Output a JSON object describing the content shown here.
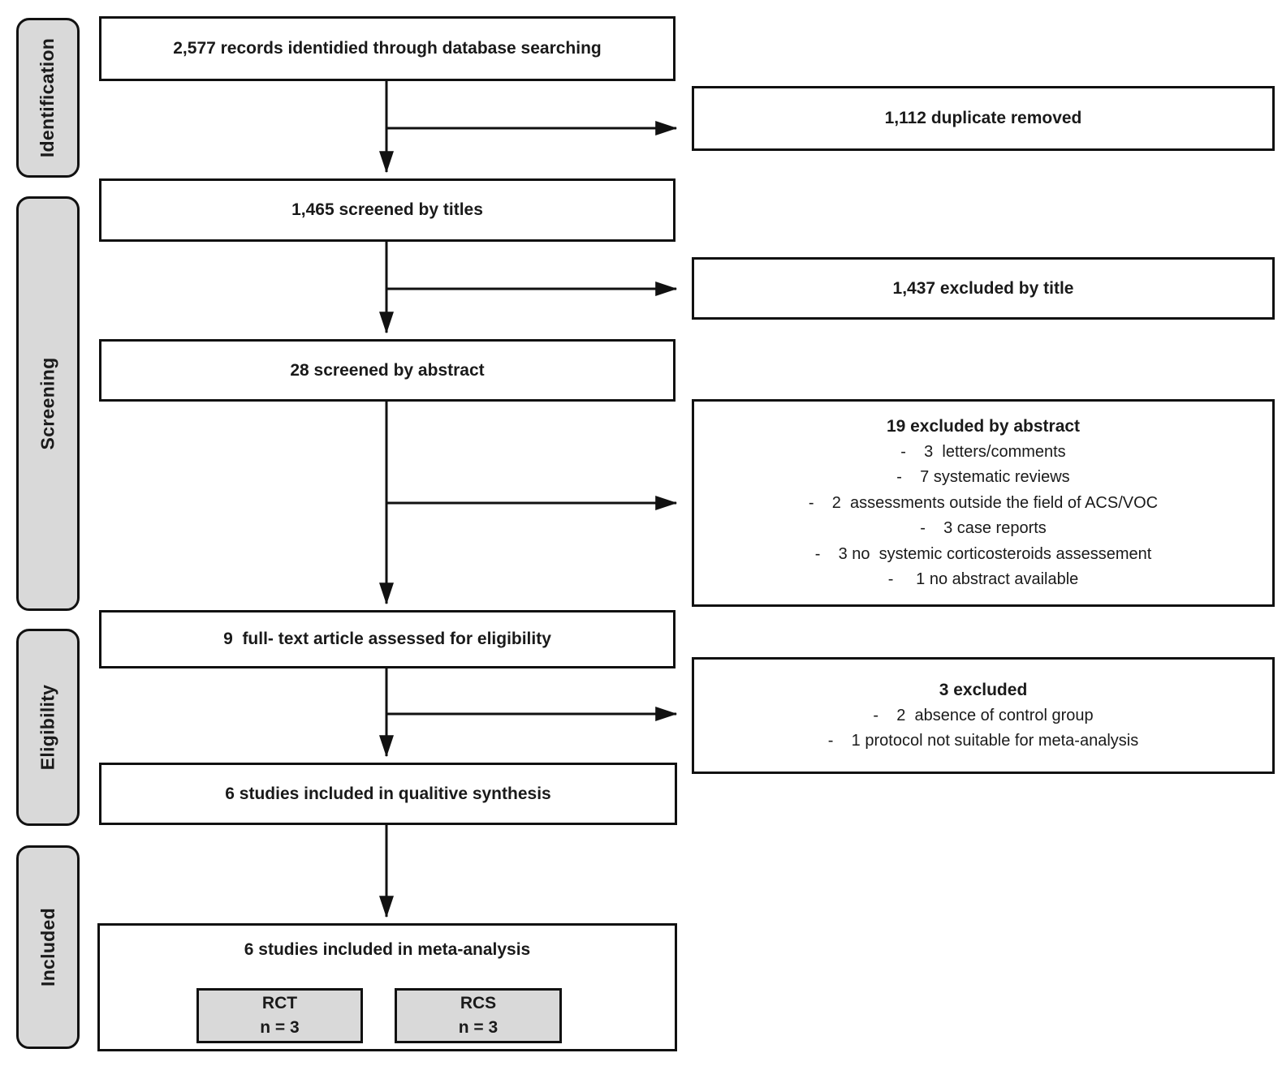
{
  "stages": [
    {
      "label": "Identification"
    },
    {
      "label": "Screening"
    },
    {
      "label": "Eligibility"
    },
    {
      "label": "Included"
    }
  ],
  "flow": {
    "records": "2,577 records identidied through database searching",
    "screened_titles": "1,465 screened by titles",
    "screened_abstract": "28 screened by abstract",
    "fulltext": "9  full- text article assessed for eligibility",
    "qualitative": "6 studies included in qualitive synthesis",
    "meta": "6 studies included in meta-analysis"
  },
  "exclusions": {
    "duplicates": {
      "title": "1,112 duplicate removed"
    },
    "by_title": {
      "title": "1,437 excluded by title"
    },
    "by_abstract": {
      "title": "19 excluded by abstract",
      "items": [
        "-    3  letters/comments",
        "-    7 systematic reviews",
        "-    2  assessments outside the field of ACS/VOC",
        "-    3 case reports",
        "-    3 no  systemic corticosteroids assessement",
        "-     1 no abstract available"
      ]
    },
    "fulltext_excluded": {
      "title": "3 excluded",
      "items": [
        "-    2  absence of control group",
        "-    1 protocol not suitable for meta-analysis"
      ]
    }
  },
  "meta_subgroups": [
    {
      "label": "RCT",
      "n": "n = 3"
    },
    {
      "label": "RCS",
      "n": "n = 3"
    }
  ],
  "colors": {
    "stage_fill": "#d9d9d9",
    "subgroup_fill": "#d9d9d9",
    "box_border": "#111111",
    "arrow": "#111111",
    "background": "#ffffff"
  }
}
